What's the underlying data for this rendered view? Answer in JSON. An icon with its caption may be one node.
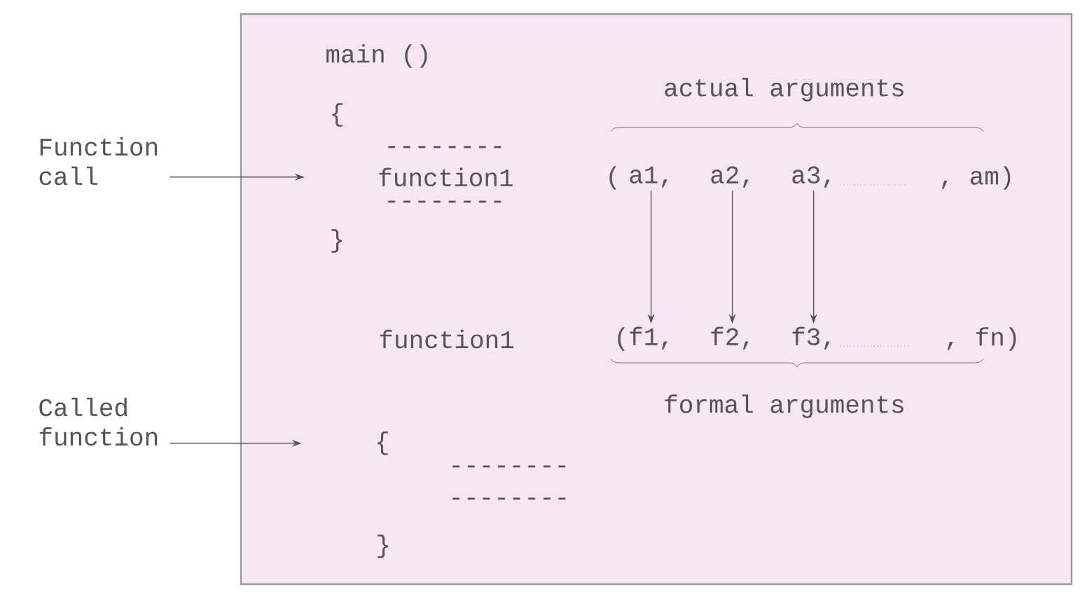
{
  "diagram": {
    "nodes": [
      {
        "text": [],
        "shape": "box"
      },
      {
        "text": [
          "Function call"
        ]
      },
      {
        "text": [
          "function1"
        ],
        "in": 0
      },
      {
        "text": [
          "a1,"
        ],
        "in": 0
      },
      {
        "text": [
          "a2,"
        ],
        "in": 0
      },
      {
        "text": [
          "a3,"
        ],
        "in": 0
      },
      {
        "text": [
          "f1,"
        ],
        "in": 0
      },
      {
        "text": [
          "f2,"
        ],
        "in": 0
      },
      {
        "text": [
          "f3,"
        ],
        "in": 0
      },
      {
        "text": [
          "Called function"
        ]
      },
      {
        "text": [
          "{"
        ],
        "in": 0
      }
    ],
    "edges": [
      {
        "from": 1,
        "to": 2,
        "arrow": "to"
      },
      {
        "from": 3,
        "to": 6,
        "arrow": "to"
      },
      {
        "from": 4,
        "to": 7,
        "arrow": "to"
      },
      {
        "from": 5,
        "to": 8,
        "arrow": "to"
      },
      {
        "from": 9,
        "to": 10,
        "arrow": "to"
      }
    ],
    "labels": [
      "main ()",
      "{",
      "--------",
      "--------",
      "}",
      "actual arguments",
      "(",
      ", am)",
      "function1",
      "(",
      ", fn)",
      "formal arguments",
      "--------",
      "--------",
      "}"
    ]
  }
}
